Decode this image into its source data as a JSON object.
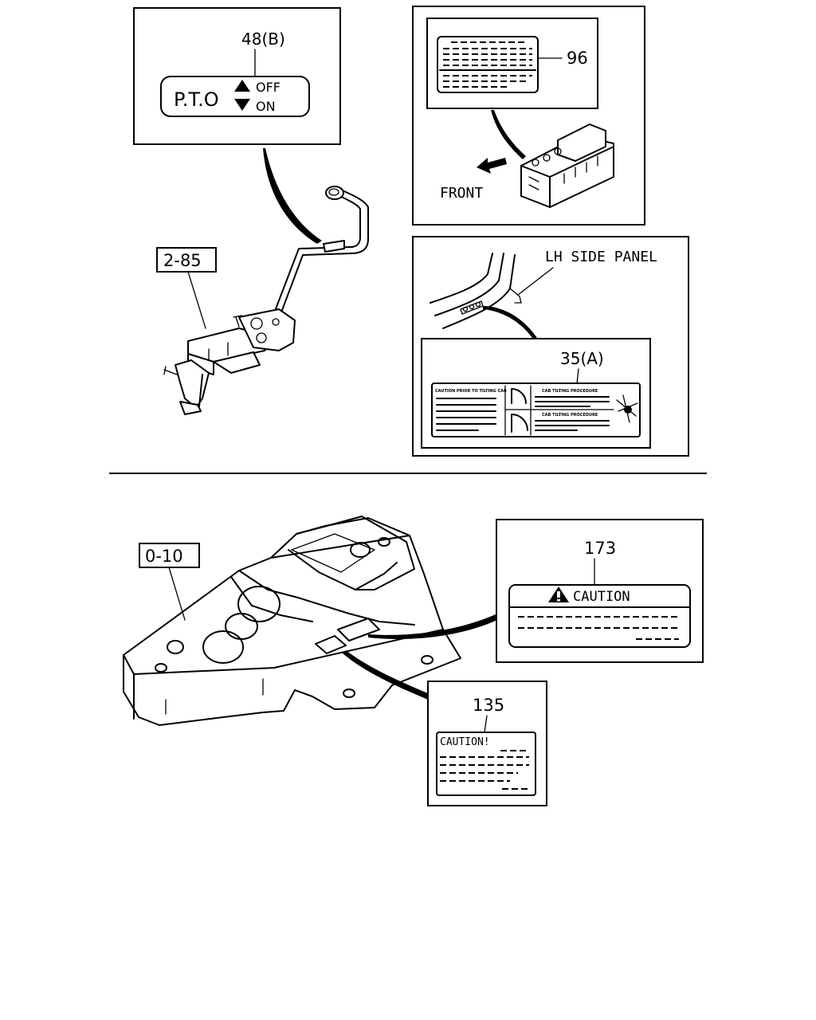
{
  "callouts": {
    "pto_label_ref": "48(B)",
    "pto_text": "P.T.O",
    "pto_off": "OFF",
    "pto_on": "ON",
    "relay_label_ref": "96",
    "front_text": "FRONT",
    "side_panel_text": "LH SIDE PANEL",
    "tilt_label_ref": "35(A)",
    "tilt_caution_title": "CAUTION PRIOR TO TILTING CAB",
    "tilt_procedure_1": "CAB TILTING PROCEDURE",
    "tilt_procedure_2": "CAB TILTING PROCEDURE",
    "lever_ref": "2-85",
    "floor_ref": "0-10",
    "caution_label_ref": "173",
    "caution_text": "CAUTION",
    "caution2_label_ref": "135",
    "caution2_text": "CAUTION!"
  }
}
